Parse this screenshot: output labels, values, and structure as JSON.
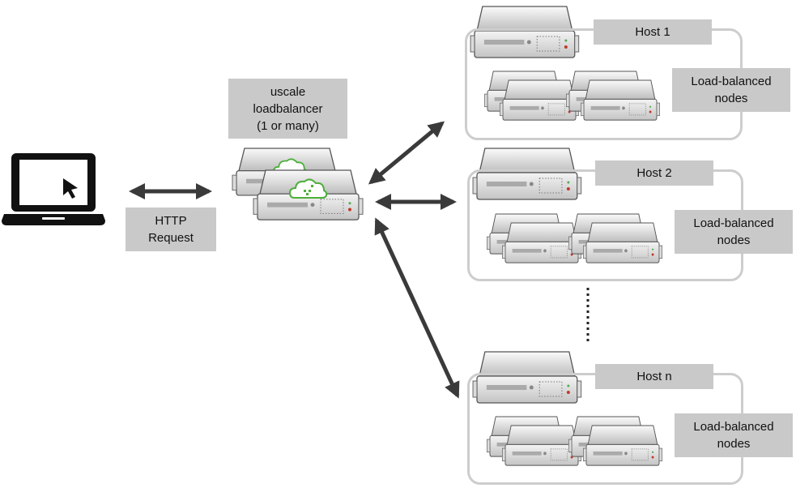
{
  "client": {
    "icon": "laptop-icon"
  },
  "request": {
    "line1": "HTTP",
    "line2": "Request"
  },
  "loadbalancer": {
    "line1": "uscale",
    "line2": "loadbalancer",
    "line3": "(1 or many)",
    "icon": "cloud-server-icon"
  },
  "hosts": [
    {
      "title": "Host 1",
      "nodes_line1": "Load-balanced",
      "nodes_line2": "nodes"
    },
    {
      "title": "Host 2",
      "nodes_line1": "Load-balanced",
      "nodes_line2": "nodes"
    },
    {
      "title": "Host n",
      "nodes_line1": "Load-balanced",
      "nodes_line2": "nodes"
    }
  ],
  "colors": {
    "label_bg": "#c9c9c9",
    "arrow": "#3a3a3a",
    "border": "#cdcdcd",
    "cloud": "#4caf3a"
  }
}
